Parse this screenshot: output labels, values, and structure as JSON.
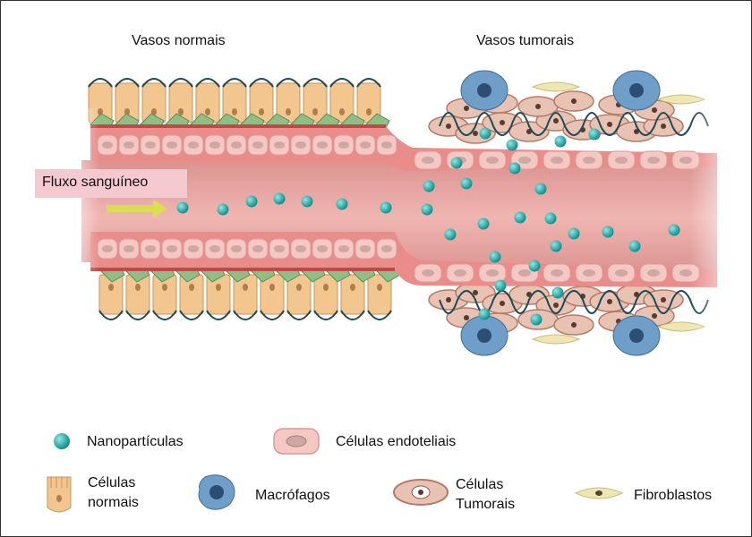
{
  "titles": {
    "normal": "Vasos normais",
    "tumor": "Vasos tumorais"
  },
  "flow_label": "Fluxo sanguíneo",
  "legend": {
    "nanoparticles": "Nanopartículas",
    "endothelial": "Células endoteliais",
    "normal_cells_1": "Células",
    "normal_cells_2": "normais",
    "macrophages": "Macrófagos",
    "tumor_cells_1": "Células",
    "tumor_cells_2": "Tumorais",
    "fibroblasts": "Fibroblastos"
  },
  "colors": {
    "nanoparticle": "#1fb5b3",
    "vessel_lumen": "#e9a9a6",
    "vessel_wall": "#e07f7f",
    "endothelial": "#f6c8c4",
    "normal_cell": "#f3c68f",
    "macrophage": "#6f9fc8",
    "tumor_cell": "#c9957e",
    "fibroblast": "#efe7b3",
    "green_cell": "#8fbf86",
    "flow_arrow": "#d8e04a"
  }
}
